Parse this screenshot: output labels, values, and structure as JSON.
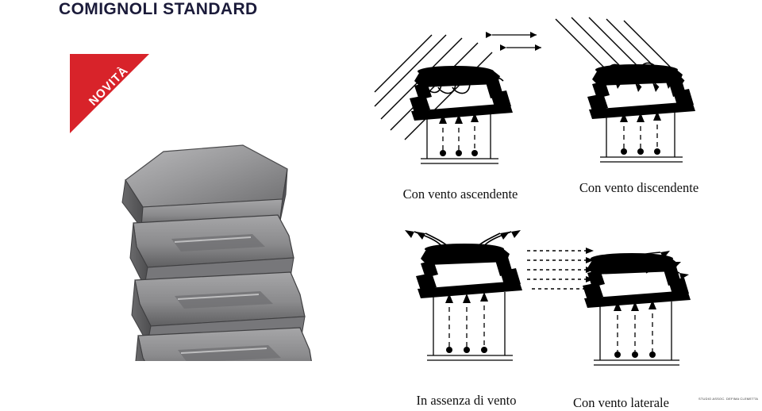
{
  "header": {
    "title": "COMIGNOLI STANDARD",
    "title_color": "#1b1b3a"
  },
  "badge": {
    "label": "NOVITÀ",
    "color": "#d8232a",
    "text_color": "#ffffff",
    "shape": "corner-ribbon-triangle"
  },
  "product": {
    "name": "chimney-cowl-photo",
    "description": "Comignolo standard grigio a tre livelli",
    "body_color": "#8d8d8f",
    "highlight_color": "#cfcfd1",
    "shadow_color": "#5a5a5c"
  },
  "diagrams": [
    {
      "id": "cell-a",
      "caption": "Con vento ascendente",
      "wind": "ascending",
      "wind_arrows": 5,
      "flow_arrows": 3,
      "stroke_color": "#000000"
    },
    {
      "id": "cell-b",
      "caption": "Con vento discendente",
      "wind": "descending",
      "wind_arrows": 5,
      "flow_arrows": 3,
      "stroke_color": "#000000"
    },
    {
      "id": "cell-c",
      "caption": "In assenza di vento",
      "wind": "none",
      "wind_arrows": 0,
      "flow_arrows": 3,
      "stroke_color": "#000000"
    },
    {
      "id": "cell-d",
      "caption": "Con vento laterale",
      "wind": "lateral",
      "wind_arrows": 5,
      "flow_arrows": 3,
      "stroke_color": "#000000"
    }
  ],
  "footer": {
    "credit": "STUDIO ASSOC. DEFIMA CLEMETTA"
  }
}
